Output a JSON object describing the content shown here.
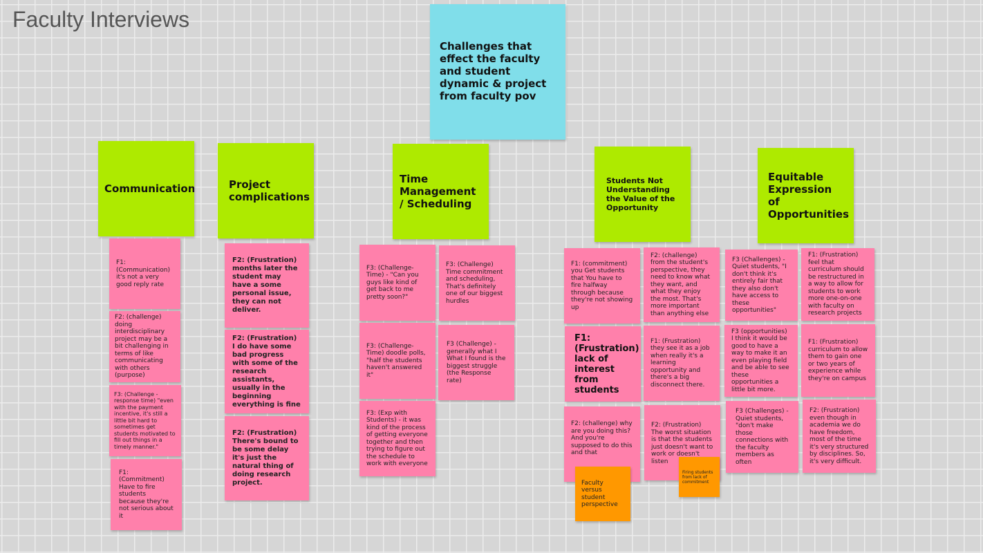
{
  "board": {
    "title": "Faculty Interviews"
  },
  "central_note": {
    "text": "Challenges that effect the faculty and student dynamic & project from faculty pov"
  },
  "columns": [
    {
      "header": "Communication",
      "notes": [
        "F1:(Communication) it's not a very good reply rate",
        "F2: (challenge) doing interdisciplinary project may be a bit challenging in terms of like communicating with others (purpose)",
        "F3: (Challenge - response time) \"even with the payment incentive, it's still a little bit hard to sometimes get students motivated to fill out things in a timely manner.\"",
        "F1: (Commitment) Have to fire students because they're not serious about it"
      ]
    },
    {
      "header": "Project complications",
      "notes": [
        "F2: (Frustration) months later the student may have a some personal issue, they can not deliver.",
        "F2: (Frustration) I do have some bad progress with some of the research assistants, usually in the beginning everything is fine",
        "F2: (Frustration) There's bound to be some delay it's just the natural thing of doing research project."
      ]
    },
    {
      "header": "Time Management / Scheduling",
      "notes": [
        "F3: (Challenge-Time) - \"Can you guys like kind of get back to me pretty soon?\"",
        "F3: (Challenge) Time commitment and scheduling, That's definitely one of our biggest hurdles",
        "F3: (Challenge-Time) doodle polls, \"half the students haven't answered it\"",
        "F3 (Challenge) - generally what I What I found is the biggest struggle (the Response rate)",
        "F3: (Exp with Students) - it was kind of the process of getting everyone together and then trying to figure out the schedule to work with everyone"
      ]
    },
    {
      "header": "Students Not Understanding the Value of the Opportunity",
      "notes": [
        "F1: (commitment) you Get students that You have to fire halfway through because they're not showing up",
        "F2: (challenge) from the student's perspective, they need to know what they want, and what they enjoy the most. That's more important than anything else",
        "F1: (Frustration) lack of interest from students",
        "F1: (Frustration) they see it as a job when really it's a learning opportunity and there's a big disconnect there.",
        "F2: (challenge) why are you doing this? And you're supposed to do this and that",
        "F2: (Frustration) The worst situation is that the students just doesn't want to work or doesn't listen"
      ],
      "tags": [
        "Faculty versus student perspective",
        "Firing students from lack of commitment"
      ]
    },
    {
      "header": "Equitable Expression of Opportunities",
      "notes": [
        "F3 (Challenges) - Quiet students, \"I don't think it's entirely fair that they also don't have access to these opportunities\"",
        "F1: (Frustration) feel that curriculum should be restructured in a way to allow for students to work more one-on-one with faculty on research projects",
        "F3 (opportunities) I think it would be good to have a way to make it an even playing field and be able to see these opportunities a little bit more.",
        "F1: (Frustration) curriculum to allow them to gain one or two years of experience while they're on campus",
        "F3 (Challenges) - Quiet students, \"don't make those connections with the faculty members as often",
        "F2: (Frustration) even though in academia we do have freedom, most of the time it's very structured by disciplines. So, it's very difficult."
      ]
    }
  ]
}
